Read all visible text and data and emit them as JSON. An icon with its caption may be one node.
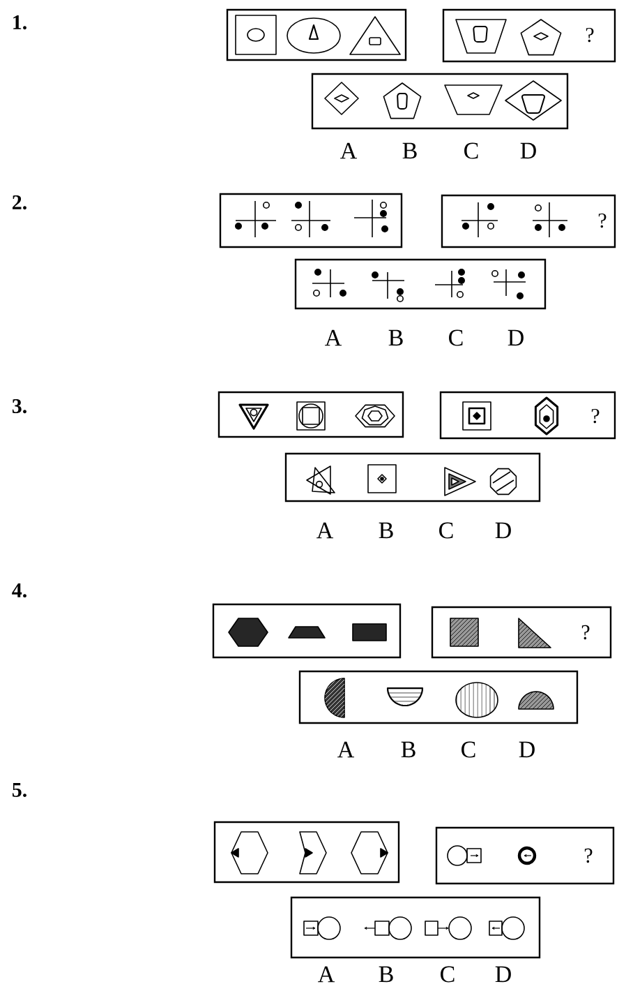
{
  "diagram": {
    "nodes": [
      {
        "text": [],
        "shape": "box"
      },
      {
        "text": [
          "?"
        ]
      },
      {
        "text": [],
        "shape": "box"
      },
      {
        "text": [],
        "shape": "box"
      },
      {
        "text": [
          "?"
        ]
      },
      {
        "text": [],
        "shape": "box"
      },
      {
        "text": [],
        "shape": "box"
      },
      {
        "text": [
          "?"
        ]
      },
      {
        "text": [],
        "shape": "box"
      },
      {
        "text": [],
        "shape": "box"
      },
      {
        "text": [
          "?"
        ]
      },
      {
        "text": [],
        "shape": "box"
      },
      {
        "text": [],
        "shape": "box"
      },
      {
        "text": [
          "?"
        ]
      },
      {
        "text": [],
        "shape": "box"
      }
    ],
    "labels": [
      "1.",
      "A",
      "B",
      "C",
      "D",
      "2.",
      "A",
      "B",
      "C",
      "D",
      "3.",
      "A",
      "B",
      "C",
      "D",
      "4.",
      "A",
      "B",
      "C",
      "D",
      "5.",
      "A",
      "B",
      "C",
      "D"
    ]
  }
}
